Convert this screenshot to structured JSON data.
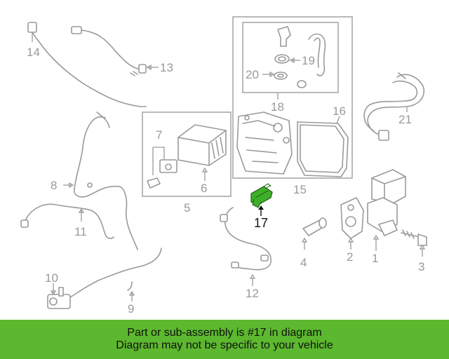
{
  "diagram": {
    "callouts": {
      "c1": "1",
      "c2": "2",
      "c3": "3",
      "c4": "4",
      "c5": "5",
      "c6": "6",
      "c7": "7",
      "c8": "8",
      "c9": "9",
      "c10": "10",
      "c11": "11",
      "c12": "12",
      "c13": "13",
      "c14": "14",
      "c15": "15",
      "c16": "16",
      "c17": "17",
      "c18": "18",
      "c19": "19",
      "c20": "20",
      "c21": "21"
    },
    "highlighted_part": "17",
    "highlight_color": "#3fae2a",
    "line_color": "#9a9a9a"
  },
  "banner": {
    "line1": "Part or sub-assembly is #17 in diagram",
    "line2": "Diagram may not be specific to your vehicle",
    "background": "#5cb82e"
  }
}
